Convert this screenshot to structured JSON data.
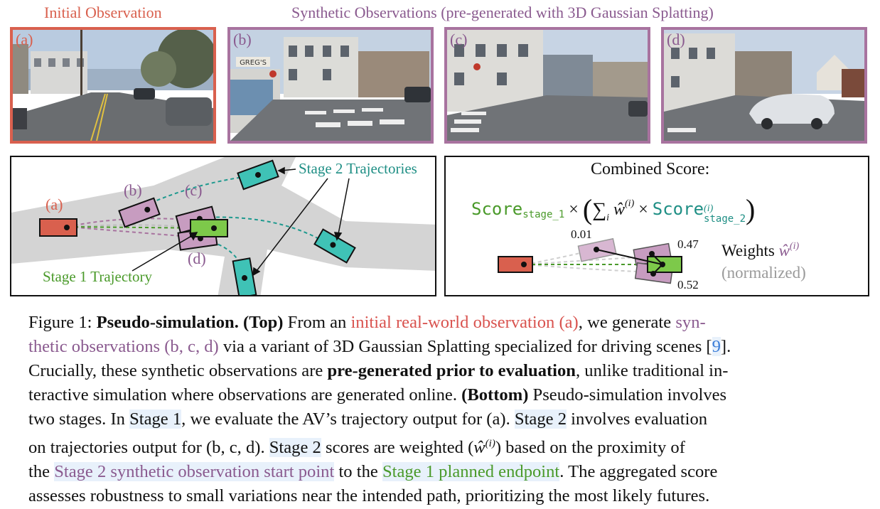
{
  "header": {
    "initial": "Initial Observation",
    "synthetic": "Synthetic Observations (pre-generated with 3D Gaussian Splatting)"
  },
  "photos": [
    {
      "label": "(a)",
      "border_color": "#d9604e"
    },
    {
      "label": "(b)",
      "border_color": "#a8739f"
    },
    {
      "label": "(c)",
      "border_color": "#a8739f"
    },
    {
      "label": "(d)",
      "border_color": "#a8739f"
    }
  ],
  "storefront_sign": "GREG'S",
  "left_panel": {
    "label_a": "(a)",
    "label_b": "(b)",
    "label_c": "(c)",
    "label_d": "(d)",
    "stage2_label": "Stage 2 Trajectories",
    "stage1_label": "Stage 1 Trajectory"
  },
  "right_panel": {
    "title": "Combined Score:",
    "score_word": "Score",
    "sub_stage1": "stage_1",
    "sub_stage2": "stage_2",
    "times": "×",
    "weights_label": "Weights",
    "normalized_label": "(normalized)",
    "w1": "0.01",
    "w2": "0.47",
    "w3": "0.52"
  },
  "caption": {
    "l1_a": "Figure 1: ",
    "l1_b": "Pseudo-simulation.",
    "l1_c": " ",
    "l1_d": "(Top)",
    "l1_e": " From an ",
    "l1_f": "initial real-world observation (a)",
    "l1_g": ", we generate ",
    "l1_h": "syn-",
    "l2_a": "thetic observations (b, c, d)",
    "l2_b": " via a variant of 3D Gaussian Splatting specialized for driving scenes [",
    "l2_c": "9",
    "l2_d": "].",
    "l3_a": "Crucially, these synthetic observations are ",
    "l3_b": "pre-generated prior to evaluation",
    "l3_c": ", unlike traditional in-",
    "l4_a": "teractive simulation where observations are generated online. ",
    "l4_b": "(Bottom)",
    "l4_c": " Pseudo-simulation involves",
    "l5_a": "two stages. In ",
    "l5_b": "Stage 1",
    "l5_c": ", we evaluate the AV’s trajectory output for (a). ",
    "l5_d": "Stage 2",
    "l5_e": " involves evaluation",
    "l6_a": "on trajectories output for (b, c, d). ",
    "l6_b": "Stage 2",
    "l6_c": " scores are weighted (",
    "l6_d": "ŵ",
    "l6_e": "(i)",
    "l6_f": ") based on the proximity of",
    "l7_a": "the ",
    "l7_b": "Stage 2 synthetic observation start point",
    "l7_c": " to the ",
    "l7_d": "Stage 1 planned endpoint",
    "l7_e": ". The aggregated score",
    "l8": "assesses robustness to small variations near the intended path, prioritizing the most likely futures."
  }
}
